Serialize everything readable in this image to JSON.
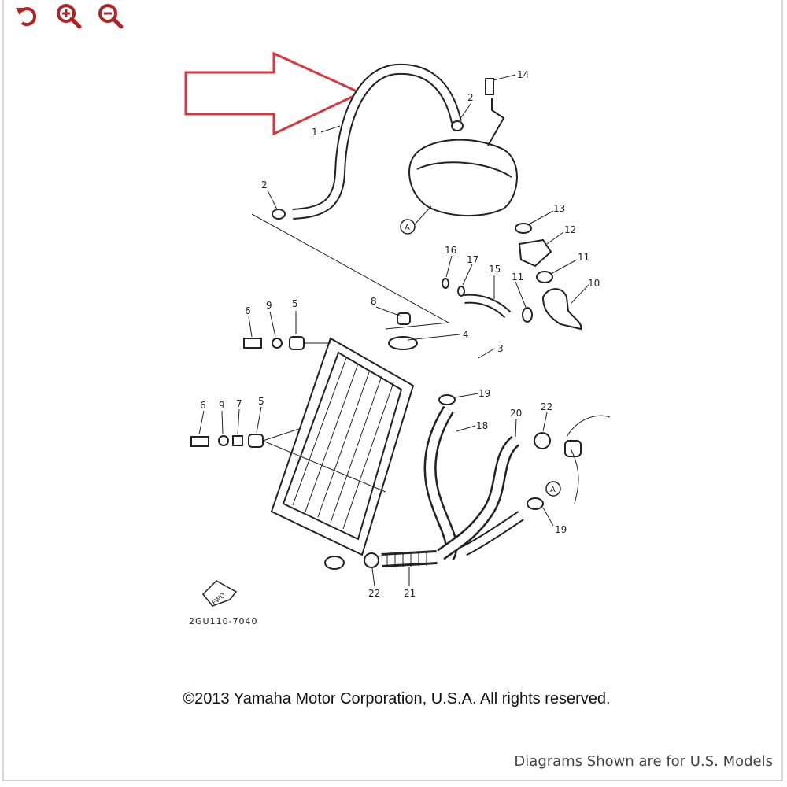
{
  "toolbar": {
    "reset_icon": "rotate-ccw-icon",
    "zoom_in_icon": "zoom-in-icon",
    "zoom_out_icon": "zoom-out-icon",
    "accent_color": "#b22222"
  },
  "diagram": {
    "arrow_color": "#d9363e",
    "callouts": {
      "c14": "14",
      "c2a": "2",
      "c1": "1",
      "c2b": "2",
      "c13": "13",
      "c12": "12",
      "c16": "16",
      "c17": "17",
      "c15": "15",
      "c11a": "11",
      "c11b": "11",
      "c10": "10",
      "c8": "8",
      "c6a": "6",
      "c9a": "9",
      "c5a": "5",
      "c4": "4",
      "c3": "3",
      "c19a": "19",
      "c6b": "6",
      "c9b": "9",
      "c7": "7",
      "c5b": "5",
      "c18": "18",
      "c20": "20",
      "c22a": "22",
      "c19b": "19",
      "c22b": "22",
      "c21": "21"
    },
    "ref_a": "A",
    "fwd": "FWD",
    "code": "2GU110-7040"
  },
  "footer": {
    "copyright": "©2013 Yamaha Motor Corporation, U.S.A. All rights reserved.",
    "note": "Diagrams Shown are for U.S. Models"
  }
}
